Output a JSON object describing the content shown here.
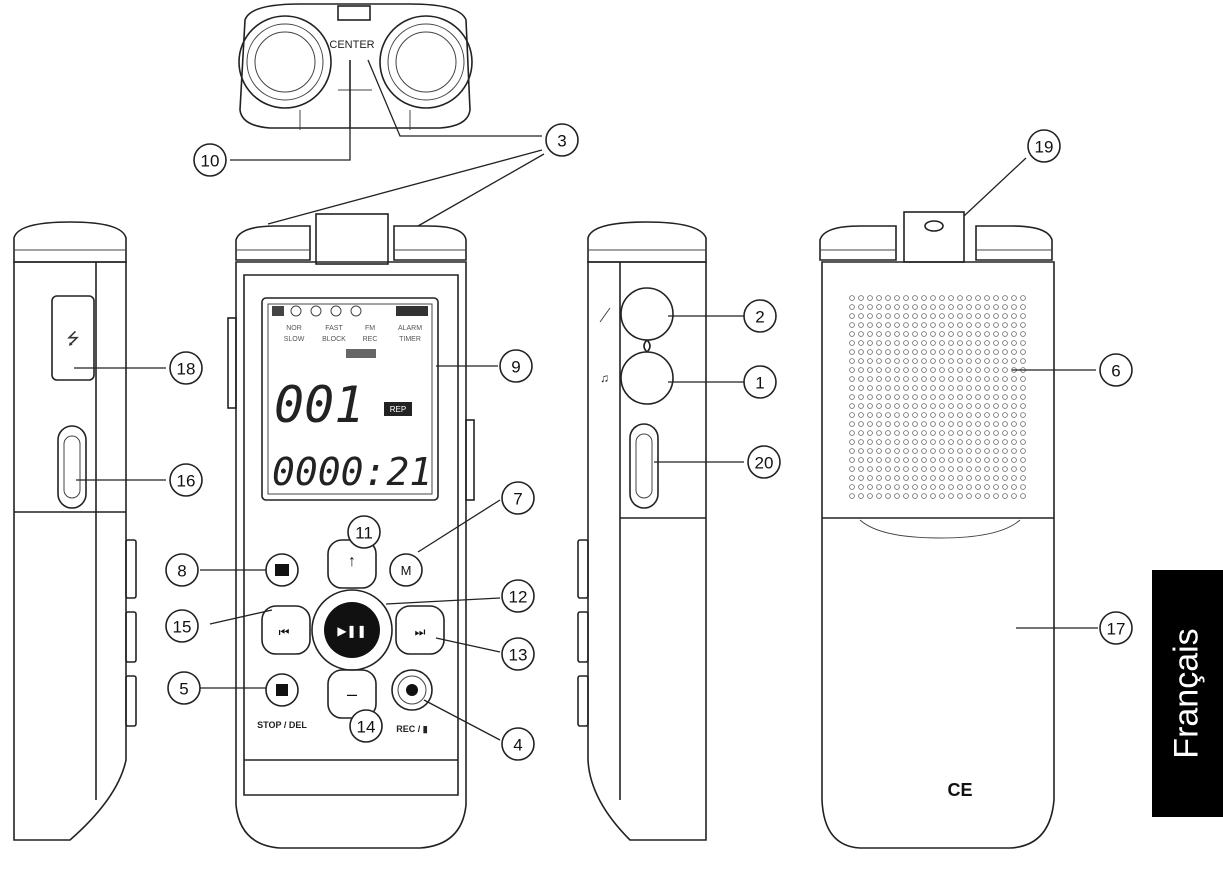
{
  "language_tab": "Français",
  "mic_label": "CENTER",
  "front_labels": {
    "stop_del": "STOP / DEL",
    "rec": "REC / ▮",
    "m_button": "M"
  },
  "lcd": {
    "track_number": "001",
    "counter": "0000:21",
    "mode_box": "REP",
    "row1": [
      "NOR",
      "FAST",
      "FM",
      "ALARM"
    ],
    "row2": [
      "SLOW",
      "BLOCK",
      "REC",
      "TIMER"
    ]
  },
  "callouts": [
    "1",
    "2",
    "3",
    "4",
    "5",
    "6",
    "7",
    "8",
    "9",
    "10",
    "11",
    "12",
    "13",
    "14",
    "15",
    "16",
    "17",
    "18",
    "19",
    "20"
  ],
  "marks": {
    "ce": "CE"
  }
}
